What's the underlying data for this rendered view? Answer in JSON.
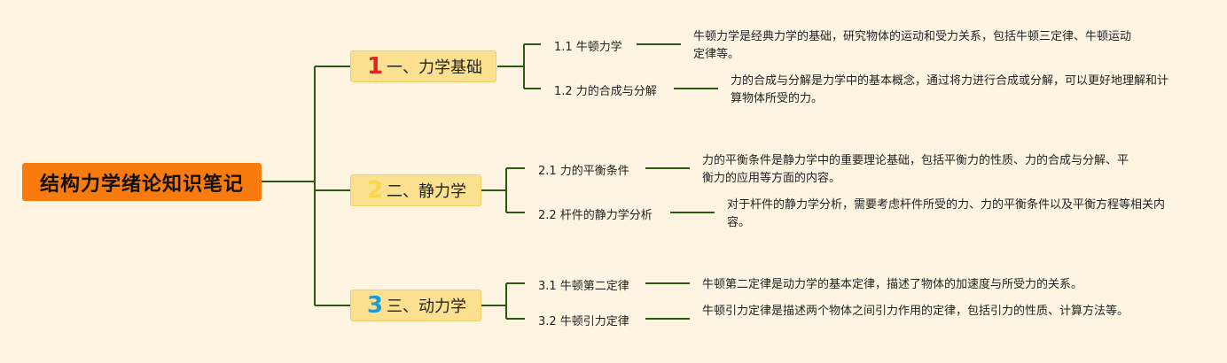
{
  "root": "结构力学绪论知识笔记",
  "branches": [
    {
      "num": "1",
      "num_color": "#e0262c",
      "label": "一、力学基础",
      "children": [
        {
          "label": "1.1 牛顿力学",
          "desc": "牛顿力学是经典力学的基础，研究物体的运动和受力关系，包括牛顿三定律、牛顿运动定律等。"
        },
        {
          "label": "1.2 力的合成与分解",
          "desc": "力的合成与分解是力学中的基本概念，通过将力进行合成或分解，可以更好地理解和计算物体所受的力。"
        }
      ]
    },
    {
      "num": "2",
      "num_color": "#f6d64a",
      "label": "二、静力学",
      "children": [
        {
          "label": "2.1 力的平衡条件",
          "desc": "力的平衡条件是静力学中的重要理论基础，包括平衡力的性质、力的合成与分解、平衡力的应用等方面的内容。"
        },
        {
          "label": "2.2 杆件的静力学分析",
          "desc": "对于杆件的静力学分析，需要考虑杆件所受的力、力的平衡条件以及平衡方程等相关内容。"
        }
      ]
    },
    {
      "num": "3",
      "num_color": "#1e9bd7",
      "label": "三、动力学",
      "children": [
        {
          "label": "3.1 牛顿第二定律",
          "desc": "牛顿第二定律是动力学的基本定律，描述了物体的加速度与所受力的关系。"
        },
        {
          "label": "3.2 牛顿引力定律",
          "desc": "牛顿引力定律是描述两个物体之间引力作用的定律，包括引力的性质、计算方法等。"
        }
      ]
    }
  ],
  "colors": {
    "line": "#2d5a12",
    "root_bg": "#f97b0e",
    "branch_bg": "#fbe08f",
    "background": "#fdf5e2"
  }
}
